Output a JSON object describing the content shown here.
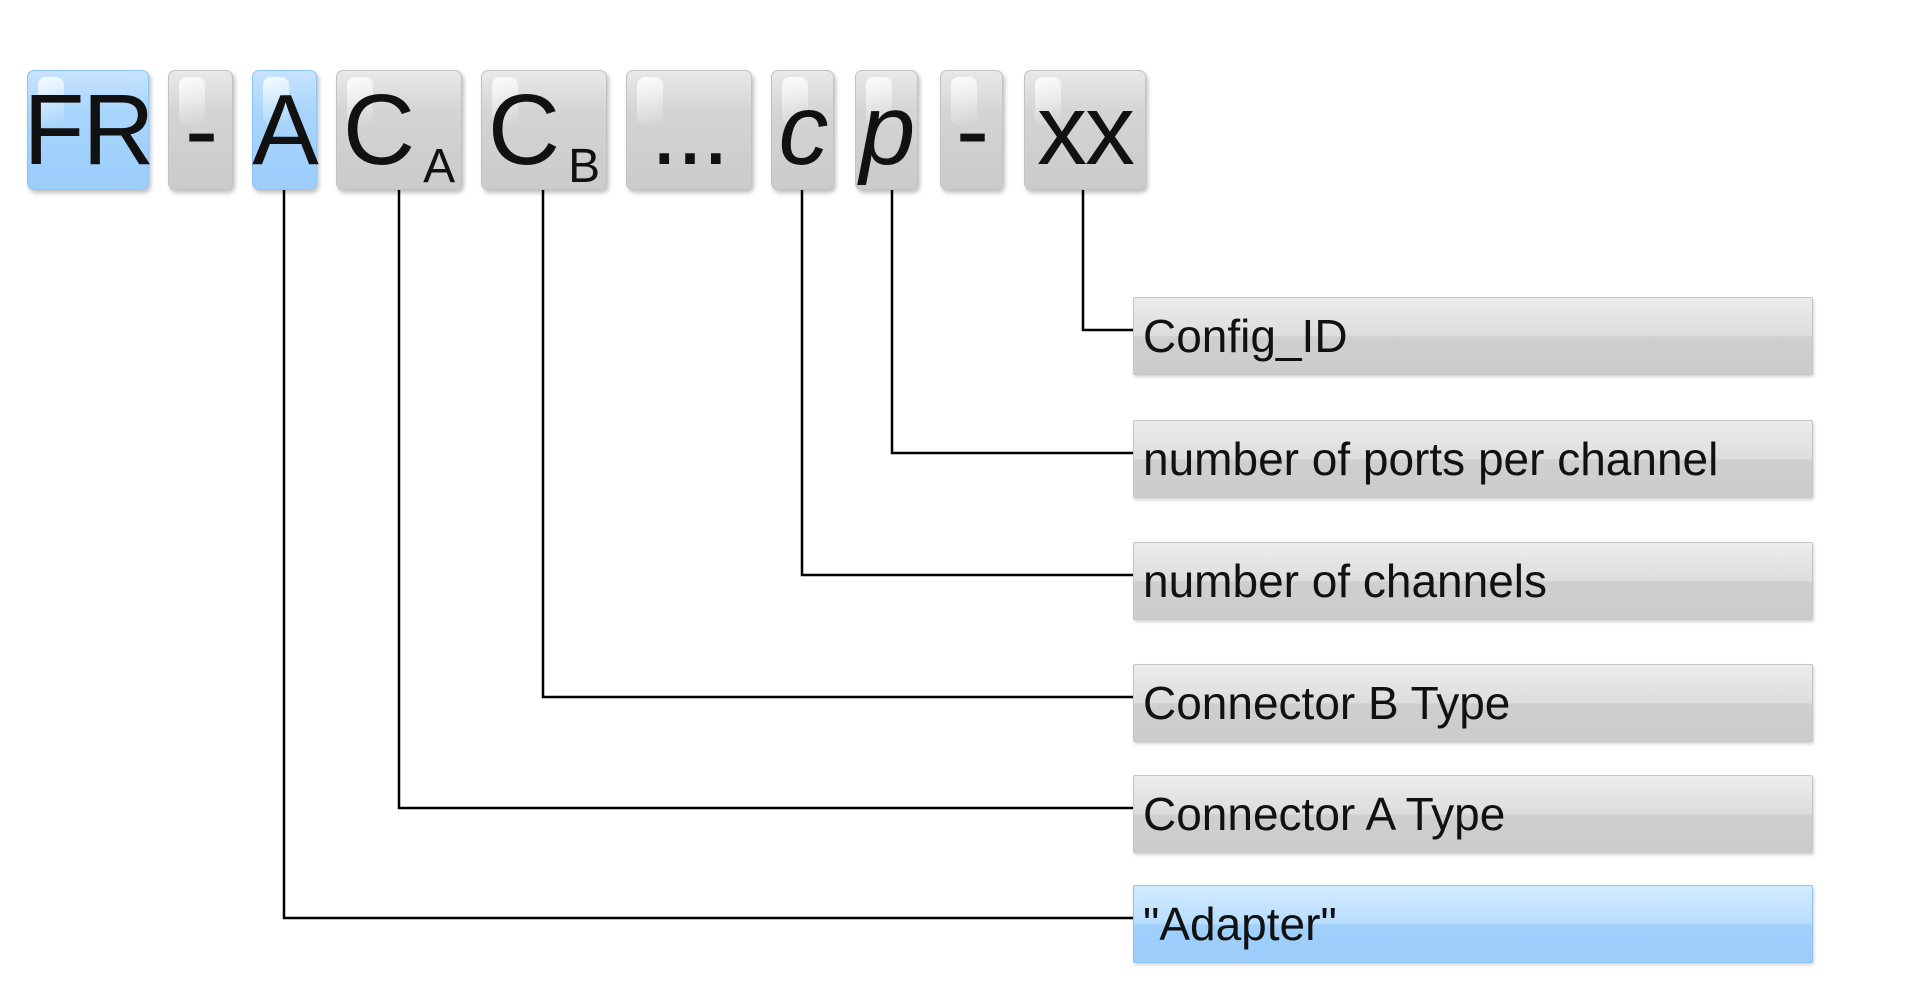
{
  "code_segments": [
    {
      "id": "fr",
      "text": "FR",
      "sub": "",
      "italic": false,
      "color": "blue"
    },
    {
      "id": "dash1",
      "text": "-",
      "sub": "",
      "italic": false,
      "color": "gray"
    },
    {
      "id": "a",
      "text": "A",
      "sub": "",
      "italic": false,
      "color": "blue"
    },
    {
      "id": "ca",
      "text": "C",
      "sub": "A",
      "italic": false,
      "color": "gray"
    },
    {
      "id": "cb",
      "text": "C",
      "sub": "B",
      "italic": false,
      "color": "gray"
    },
    {
      "id": "ellipsis",
      "text": "...",
      "sub": "",
      "italic": false,
      "color": "gray"
    },
    {
      "id": "c",
      "text": "c",
      "sub": "",
      "italic": true,
      "color": "gray"
    },
    {
      "id": "p",
      "text": "p",
      "sub": "",
      "italic": true,
      "color": "gray"
    },
    {
      "id": "dash2",
      "text": "-",
      "sub": "",
      "italic": false,
      "color": "gray"
    },
    {
      "id": "xx",
      "text": "xx",
      "sub": "",
      "italic": false,
      "color": "gray"
    }
  ],
  "labels": [
    {
      "id": "config-id",
      "text": "Config_ID",
      "target": "xx",
      "color": "gray"
    },
    {
      "id": "ports-per-channel",
      "text": "number of ports per channel",
      "target": "p",
      "color": "gray"
    },
    {
      "id": "channels",
      "text": "number of channels",
      "target": "c",
      "color": "gray"
    },
    {
      "id": "connector-b",
      "text": "Connector B Type",
      "target": "cb",
      "color": "gray"
    },
    {
      "id": "connector-a",
      "text": "Connector A Type",
      "target": "ca",
      "color": "gray"
    },
    {
      "id": "adapter",
      "text": "\"Adapter\"",
      "target": "a",
      "color": "blue"
    }
  ],
  "colors": {
    "blue_accent": "#9ecffb",
    "gray_fill": "#d0d0d0",
    "line": "#000000",
    "text": "#111111"
  }
}
